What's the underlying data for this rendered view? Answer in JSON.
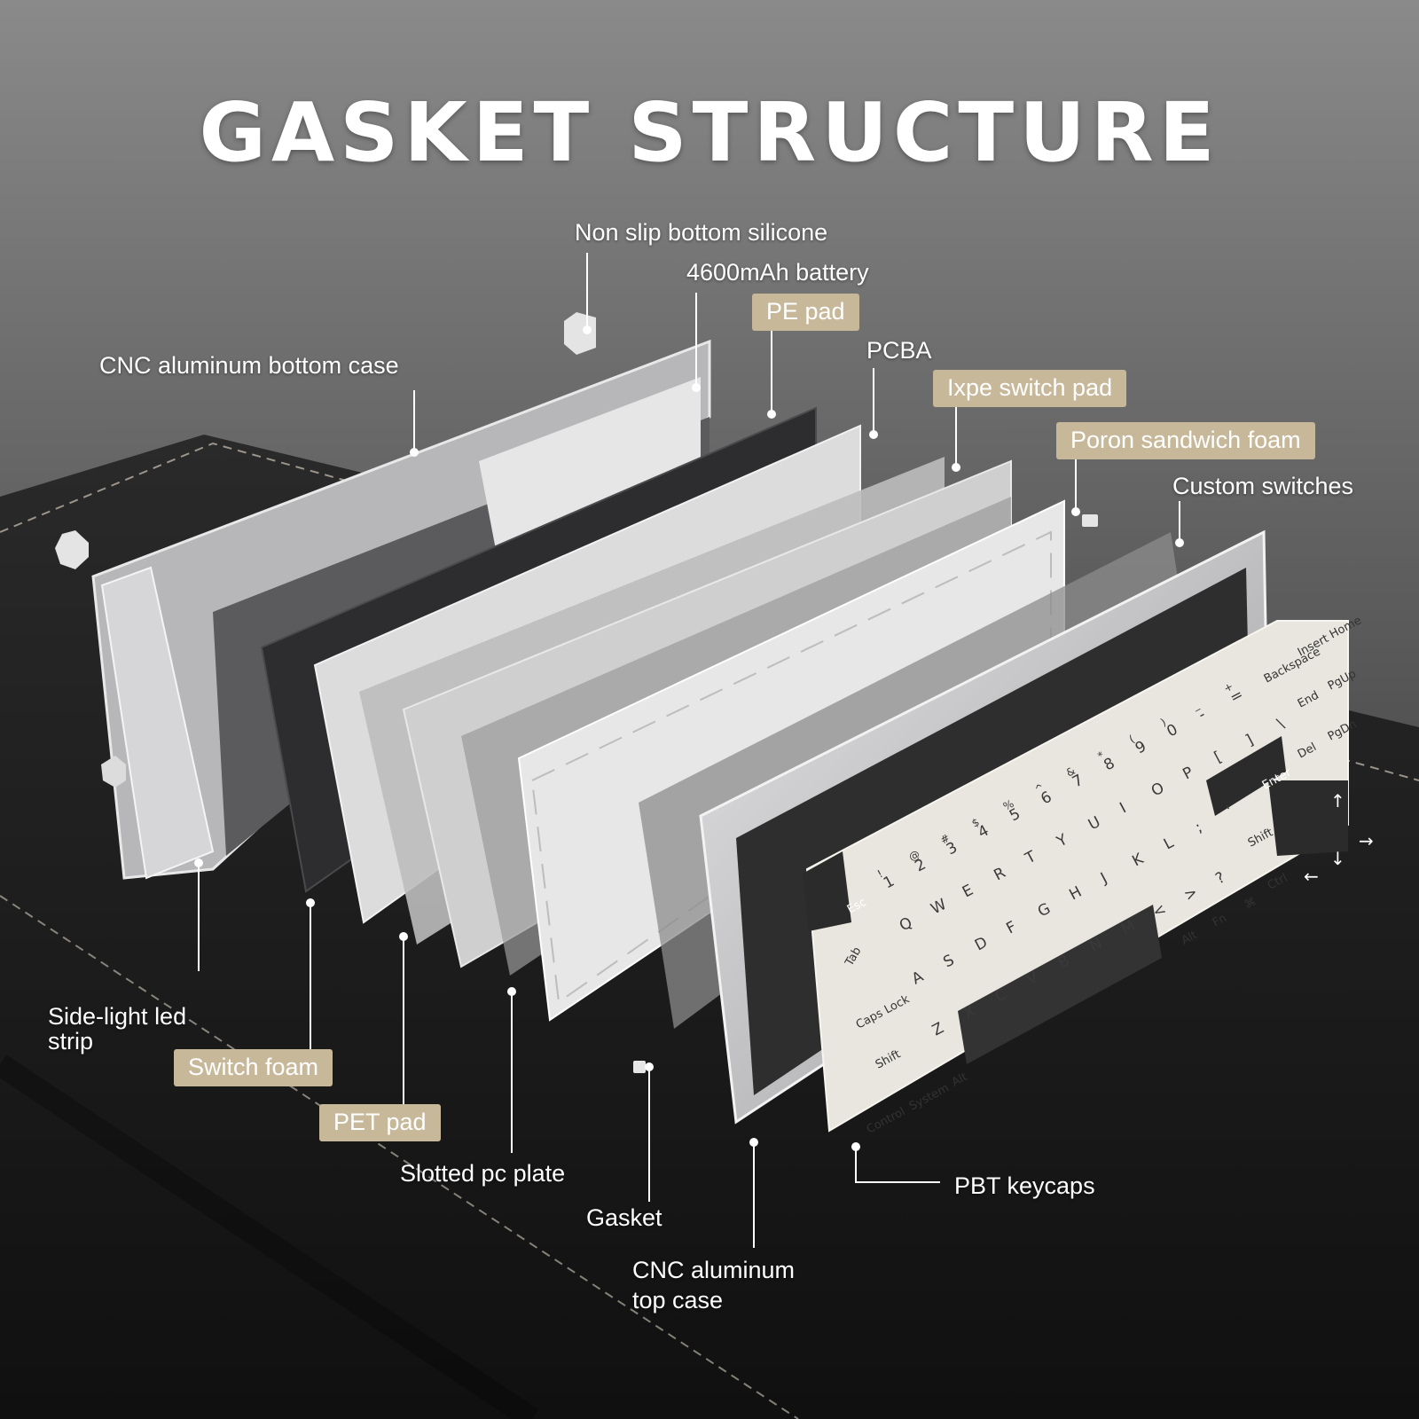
{
  "title": "GASKET STRUCTURE",
  "labels": {
    "non_slip_bottom_silicone": "Non slip bottom silicone",
    "battery": "4600mAh battery",
    "pe_pad": "PE pad",
    "pcba": "PCBA",
    "ixpe_switch_pad": "Ixpe switch pad",
    "poron_sandwich_foam": "Poron sandwich foam",
    "custom_switches": "Custom switches",
    "cnc_aluminum_bottom_case": "CNC aluminum bottom case",
    "side_light_led_strip": "Side-light led\nstrip",
    "switch_foam": "Switch foam",
    "pet_pad": "PET pad",
    "slotted_pc_plate": "Slotted pc plate",
    "gasket": "Gasket",
    "cnc_aluminum_top_case": "CNC aluminum\ntop case",
    "pbt_keycaps": "PBT keycaps"
  },
  "colors": {
    "tag_background": "#c8b89a",
    "label_text": "#ffffff",
    "leader_line": "#ffffff",
    "aluminum": "#c9c9cb",
    "keycap_white": "#e9e6df",
    "keycap_gray": "#cfcfcf",
    "keycap_dark": "#2b2b2b",
    "desk_mat": "#1c1c1c",
    "desk_mat_stitch": "#b8b0a4"
  },
  "keys": {
    "esc": "Esc",
    "tab": "Tab",
    "caps_lock": "Caps Lock",
    "shift_left": "Shift",
    "control": "Control",
    "system": "System",
    "alt_left": "Alt",
    "alt_right": "Alt",
    "fn": "Fn",
    "cmd": "⌘",
    "ctrl": "Ctrl",
    "backspace": "Backspace",
    "enter": "Enter",
    "shift_right": "Shift",
    "insert": "Insert",
    "home": "Home",
    "end": "End",
    "pgup": "PgUp",
    "del": "Del",
    "pgdn": "PgDn",
    "arrow_up": "↑",
    "arrow_down": "↓",
    "arrow_left": "←",
    "arrow_right": "→",
    "numbers": [
      "1",
      "2",
      "3",
      "4",
      "5",
      "6",
      "7",
      "8",
      "9",
      "0",
      "-",
      "="
    ],
    "number_shifts": [
      "!",
      "@",
      "#",
      "$",
      "%",
      "^",
      "&",
      "*",
      "(",
      ")",
      "_",
      "+"
    ],
    "row_q": [
      "Q",
      "W",
      "E",
      "R",
      "T",
      "Y",
      "U",
      "I",
      "O",
      "P",
      "[",
      "]",
      "\\"
    ],
    "row_a": [
      "A",
      "S",
      "D",
      "F",
      "G",
      "H",
      "J",
      "K",
      "L",
      ";",
      "'"
    ],
    "row_z": [
      "Z",
      "X",
      "C",
      "V",
      "B",
      "N",
      "M",
      "<",
      ">",
      "?"
    ]
  }
}
